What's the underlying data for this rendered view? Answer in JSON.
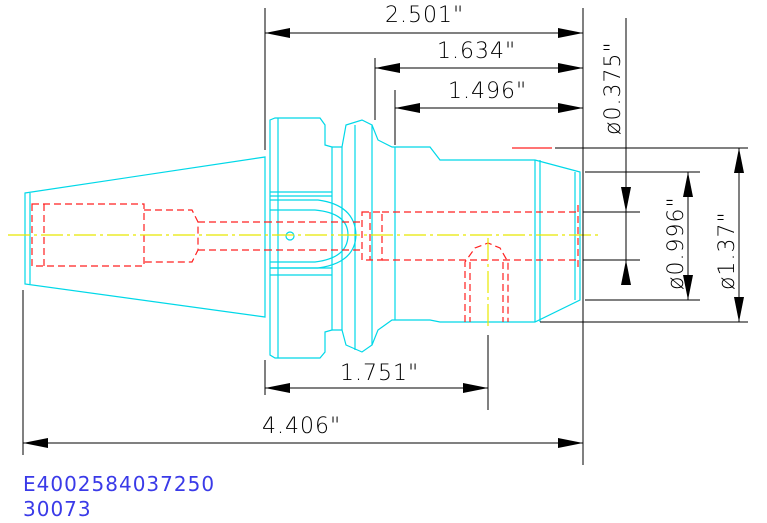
{
  "dimensions": {
    "overall_top": "2.501\"",
    "mid_top": "1.634\"",
    "inner_top": "1.496\"",
    "dia_small": "ø0.375\"",
    "dia_mid": "ø0.996\"",
    "dia_large": "ø1.37\"",
    "lower_mid": "1.751\"",
    "overall_bottom": "4.406\""
  },
  "part": {
    "number": "E4002584037250",
    "code": "30073"
  },
  "colors": {
    "outline": "#00d8e8",
    "hidden": "#ff2020",
    "centerline": "#e8e800",
    "dimension": "#000000",
    "part_text": "#3a3ae8"
  }
}
